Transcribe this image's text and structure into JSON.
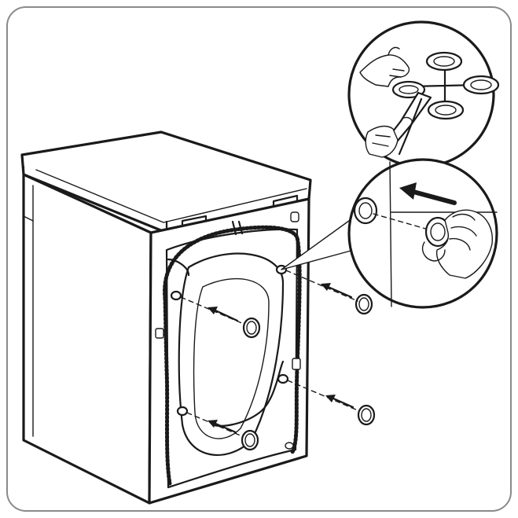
{
  "figure": {
    "subject": "washing-machine-rear-transit-bolt-hole-caps",
    "icons": [
      "frame",
      "washing-machine",
      "back-panel",
      "hole-cap",
      "insert-arrow",
      "pliers-cutting-sprue",
      "hand-inserting-cap"
    ],
    "colors": {
      "ink": "#1a1a1a",
      "paper": "#ffffff",
      "frame": "#8a8a8a"
    },
    "caps": {
      "total": 4,
      "sprue_count": 4
    }
  }
}
